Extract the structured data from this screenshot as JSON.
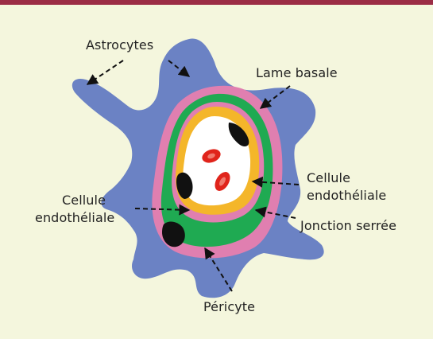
{
  "labels": {
    "astrocytes": "Astrocytes",
    "lame_basale": "Lame basale",
    "cellule_endo_right_1": "Cellule",
    "cellule_endo_right_2": "endothéliale",
    "cellule_endo_left_1": "Cellule",
    "cellule_endo_left_2": "endothéliale",
    "jonction_serree": "Jonction serrée",
    "pericyte": "Péricyte"
  },
  "colors": {
    "border": "#9b2d45",
    "background": "#f4f6dd",
    "astrocyte": "#6b82c4",
    "basal_lamina": "#e07fb0",
    "pericyte": "#1faa52",
    "endothelial": "#f4b62a",
    "lumen": "#ffffff",
    "red_blood_cell": "#e0241b",
    "nucleus": "#111111"
  }
}
